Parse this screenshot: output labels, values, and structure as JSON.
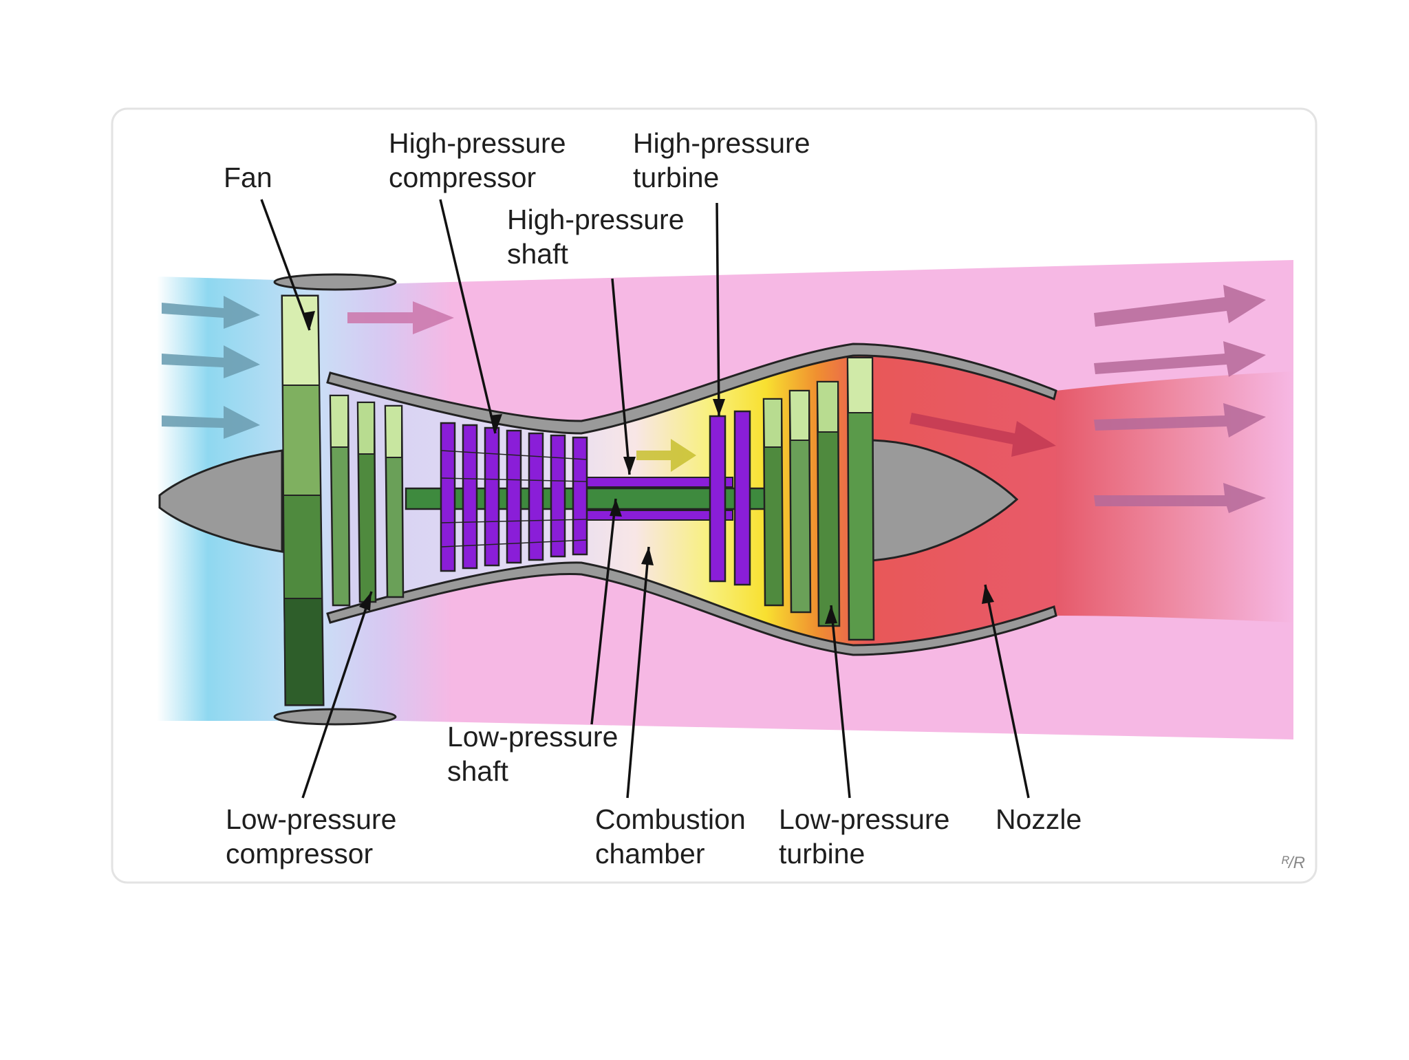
{
  "diagram": {
    "labels": {
      "fan": [
        "Fan"
      ],
      "hp_compressor": [
        "High-pressure",
        "compressor"
      ],
      "hp_turbine": [
        "High-pressure",
        "turbine"
      ],
      "hp_shaft": [
        "High-pressure",
        "shaft"
      ],
      "lp_shaft": [
        "Low-pressure",
        "shaft"
      ],
      "lp_compressor": [
        "Low-pressure",
        "compressor"
      ],
      "combustion_chamber": [
        "Combustion",
        "chamber"
      ],
      "lp_turbine": [
        "Low-pressure",
        "turbine"
      ],
      "nozzle": [
        "Nozzle"
      ]
    },
    "signature": "ᴿ/R"
  },
  "colors": {
    "inlet_air": "#8fd8f0",
    "bypass_air": "#f6b8e4",
    "low_pressure_parts": "#5a9a4a",
    "high_pressure_parts": "#8a1ed8",
    "combustion": "#f7e640",
    "exhaust": "#e65a6a",
    "casing": "#9a9a9a"
  }
}
